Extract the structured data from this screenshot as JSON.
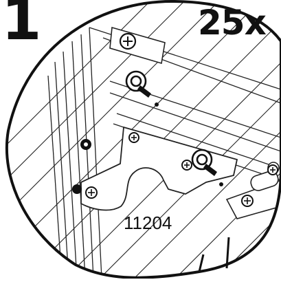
{
  "step": {
    "number": "1"
  },
  "quantity": {
    "label": "25x"
  },
  "part": {
    "code": "11204"
  },
  "icons": {
    "screw": "phillips-screw-icon",
    "hinge_pin": "hinge-pin-icon",
    "hole": "screw-hole-icon"
  },
  "colors": {
    "ink": "#111111",
    "paper": "#ffffff"
  }
}
